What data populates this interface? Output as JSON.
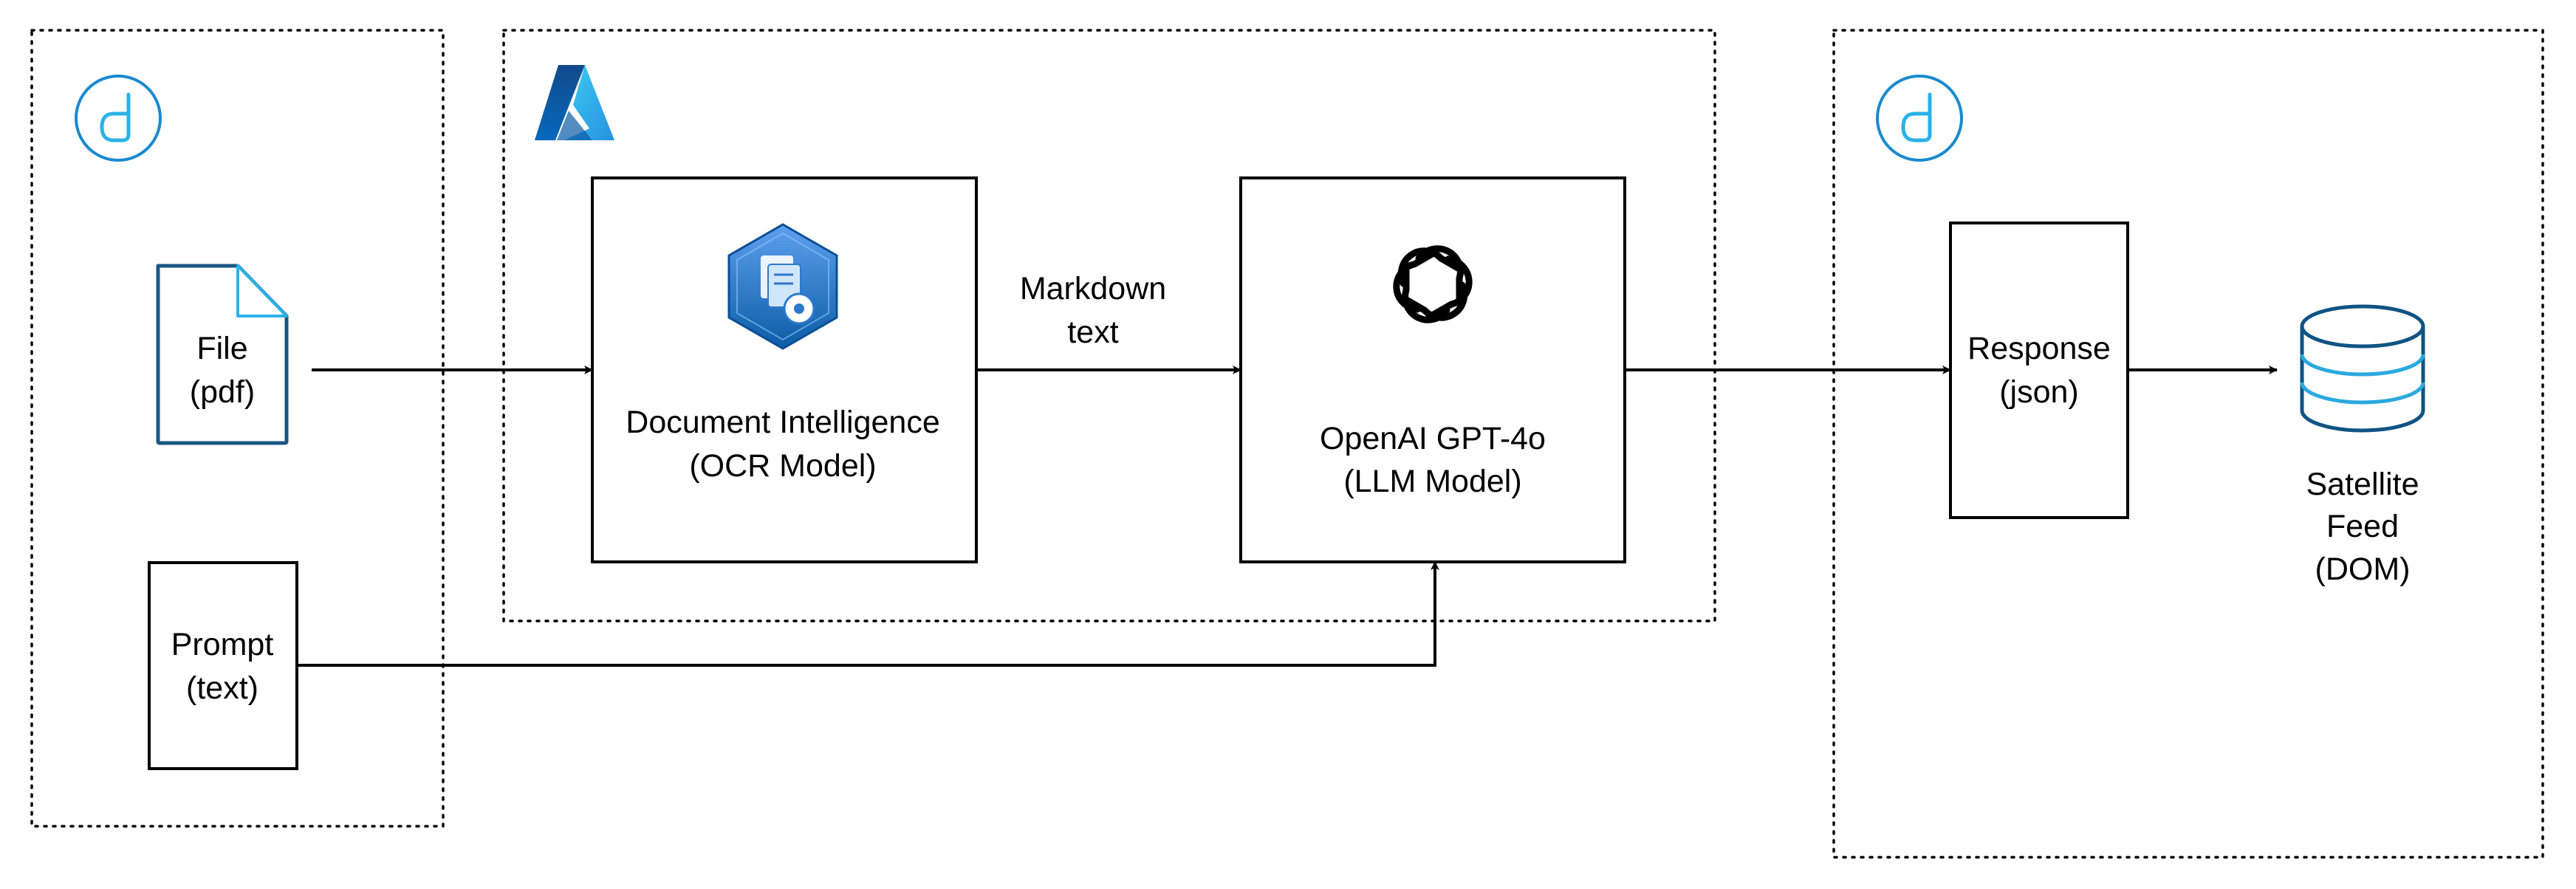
{
  "nodes": {
    "file": {
      "line1": "File",
      "line2": "(pdf)"
    },
    "prompt": {
      "line1": "Prompt",
      "line2": "(text)"
    },
    "doc_intel": {
      "line1": "Document Intelligence",
      "line2": "(OCR Model)"
    },
    "openai": {
      "line1": "OpenAI GPT-4o",
      "line2": "(LLM Model)"
    },
    "response": {
      "line1": "Response",
      "line2": "(json)"
    },
    "satellite": {
      "line1": "Satellite",
      "line2": "Feed",
      "line3": "(DOM)"
    }
  },
  "edges": {
    "markdown": {
      "line1": "Markdown",
      "line2": "text"
    }
  },
  "icons": {
    "group_left": "d-logo-icon",
    "group_center": "azure-logo-icon",
    "group_right": "d-logo-icon",
    "file": "pdf-file-icon",
    "doc_intel": "document-intelligence-icon",
    "openai": "openai-logo-icon",
    "satellite": "database-icon"
  },
  "colors": {
    "azure_blue": "#0078D4",
    "file_stroke": "#1A5783",
    "file_fold": "#2BB2E8",
    "database_stroke": "#0E5484",
    "database_accent": "#2BA9DF",
    "d_logo": "#1A8AD0"
  }
}
